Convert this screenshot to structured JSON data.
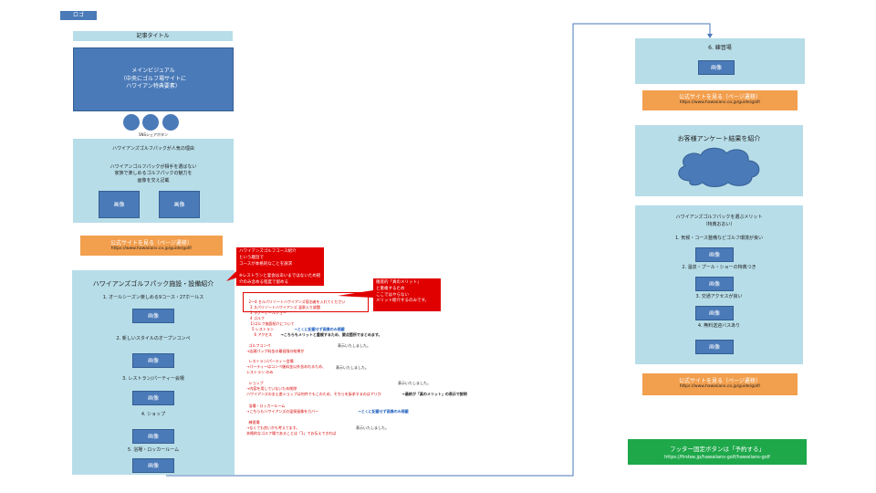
{
  "logo": "ロゴ",
  "left": {
    "article_title": "記事タイトル",
    "main_visual": "メインビジュアル\n（中央にゴルフ場サイトに\nハワイアン特典要素）",
    "share_label": "SNSシェアボタン",
    "popular": {
      "heading": "ハワイアンズゴルフパックが人気の理由",
      "body": "ハワイアンゴルフパックが相手を選ばない\n家族で楽しめるゴルフパックの魅力を\n画像を交え記載",
      "image1": "画像",
      "image2": "画像"
    },
    "cta1": {
      "text": "公式サイトを見る（ページ遷移）",
      "url": "https://www.hawaiians.co.jp/guide/golf/"
    },
    "facilities": {
      "heading": "ハワイアンズゴルフパック施設・設備紹介",
      "items": [
        {
          "label": "1. オールシーズン楽しめる9コース・27ホールス",
          "image": "画像"
        },
        {
          "label": "2. 新しいスタイルのオープンコンペ",
          "image": "画像"
        },
        {
          "label": "3. レストラン/パーティー会場",
          "image": "画像"
        },
        {
          "label": "4. ショップ",
          "image": "画像"
        },
        {
          "label": "5. 浴場・ロッカールーム",
          "image": "画像"
        }
      ]
    }
  },
  "annotations": {
    "red1": "ハワイアンズゴルフコース紹介\nという趣旨で\nコースが本格的なことを訴求\n\n※レストランと宴会はあいまではないため紹\n介のみ含める程度で留める",
    "red2": "徹底的「真のメリット」\nと重複するため\nここではやらない\nメリット紹介するのみです。",
    "outline": "2〜4 セルパリゾートハワイアンズ宿泊者を入れてください\n　3 スパリゾートハワイアンズ 温泉入り放題\n　3 ラグーボールショー\n　4 ゴルフ",
    "note_golf": "1)ゴルフ施設紹介について\n　5 レストラン",
    "note_golf_blue": "→とくに記載せず画像のみ掲載",
    "note_access": "　6 アクセス",
    "note_access_bold": "→こちらもメリットと重複するため、要点箇所でまとめます。",
    "golf_compe": "ゴルフコンペ\n→店頭パック料金の最低限の結果が",
    "golf_compe_tail": "表示いたしました。",
    "restaurant": "レストラン/パーティー会場\n→パーティーはコンペ後料金以外含めれるため、\nレストラン のみ",
    "restaurant_tail": "表示いたしました。",
    "shop": "ショップ\n→内容を用していないため削除\nハワイアンズのお土産ショップは何件でもこのため、そちらを訴求するのはアリか",
    "shop_tail": "表示いたしました。",
    "shop_bold": "→最終が「真のメリット」の表示で説明",
    "locker": "浴場・ロッカールーム\n→こちらもハワイアンズの温泉画像をカバー",
    "locker_blue": "→とくに記載せず画像のみ掲載",
    "practice": "練習場\n→なくても良いかも考えてます。\n本格的なゴルフ場であることは「1」でお伝えできれば",
    "practice_tail": "表示いたしました。"
  },
  "right": {
    "practice": {
      "label": "6. 練習場",
      "image": "画像"
    },
    "cta2": {
      "text": "公式サイトを見る（ページ遷移）",
      "url": "https://www.hawaiians.co.jp/guide/golf/"
    },
    "survey": {
      "heading": "お客様アンケート結果を紹介"
    },
    "merits": {
      "heading": "ハワイアンズゴルフパックを選ぶメリット\n（特典おおい）",
      "items": [
        {
          "label": "1. 気候・コース整備などゴルフ環境が良い",
          "image": "画像"
        },
        {
          "label": "2. 温泉・プール・ショーの特典つき",
          "image": "画像"
        },
        {
          "label": "3. 交通アクセスが良い",
          "image": "画像"
        },
        {
          "label": "4. 無料送迎バスあり",
          "image": "画像"
        }
      ]
    },
    "cta3": {
      "text": "公式サイトを見る（ページ遷移）",
      "url": "https://www.hawaiians.co.jp/guide/golf/"
    },
    "footer": {
      "text": "フッター固定ボタンは「予約する」",
      "url": "https://firstee.jp/hawaiians-golf/hawaiians-golf"
    }
  },
  "colors": {
    "panel": "#b7dde8",
    "image": "#4a7ab8",
    "orange": "#f29f4e",
    "red": "#e00000",
    "green": "#1ea84a"
  }
}
